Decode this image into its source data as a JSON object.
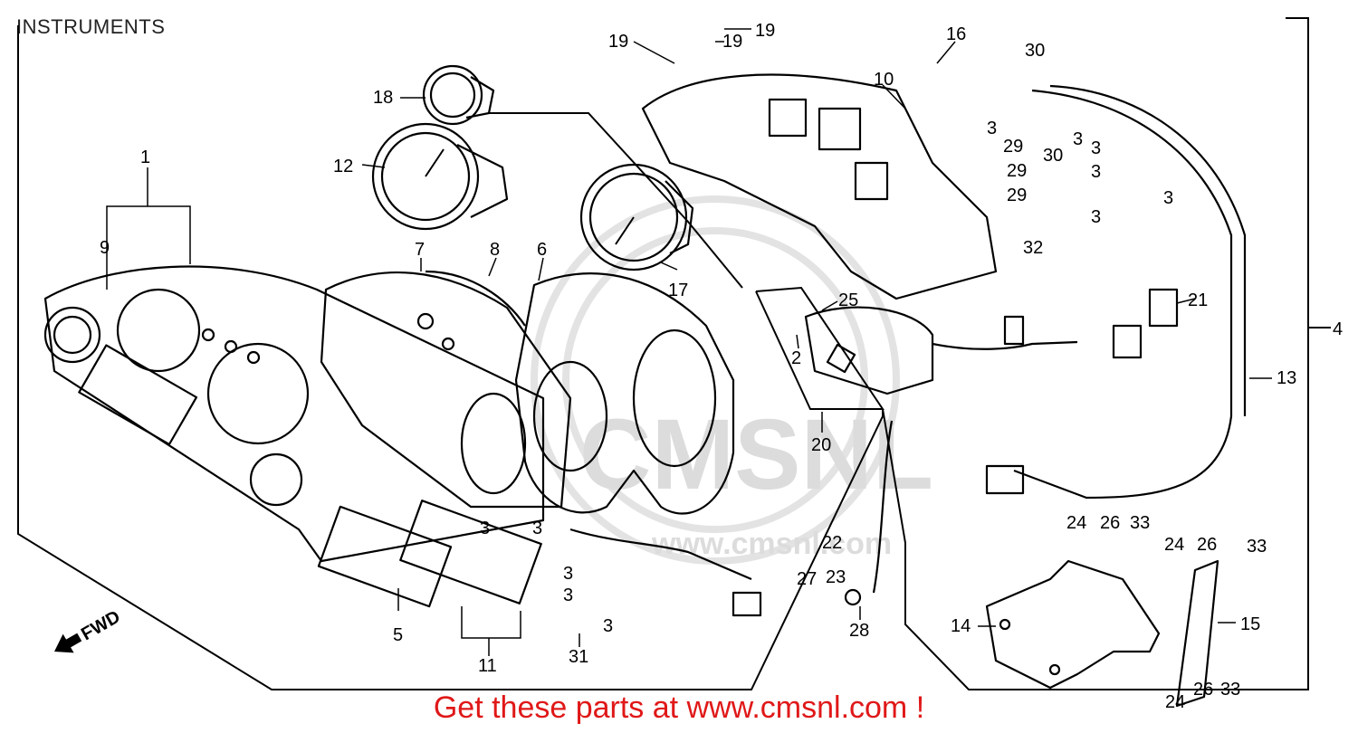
{
  "title": "INSTRUMENTS",
  "fwd_label": "FWD",
  "watermark": {
    "text": "CMSNL",
    "url": "www.cmsnl.com"
  },
  "promo_text": "Get these parts at www.cmsnl.com !",
  "colors": {
    "promo": "#e01818",
    "line": "#000000",
    "watermark": "#dcdcdc"
  },
  "callouts": [
    {
      "id": "c1",
      "text": "1"
    },
    {
      "id": "c9",
      "text": "9"
    },
    {
      "id": "c7",
      "text": "7"
    },
    {
      "id": "c8",
      "text": "8"
    },
    {
      "id": "c6",
      "text": "6"
    },
    {
      "id": "c12",
      "text": "12"
    },
    {
      "id": "c18",
      "text": "18"
    },
    {
      "id": "c17",
      "text": "17"
    },
    {
      "id": "c19a",
      "text": "19"
    },
    {
      "id": "c19b",
      "text": "19"
    },
    {
      "id": "c19c",
      "text": "19"
    },
    {
      "id": "c10",
      "text": "10"
    },
    {
      "id": "c16",
      "text": "16"
    },
    {
      "id": "c30a",
      "text": "30"
    },
    {
      "id": "c30b",
      "text": "30"
    },
    {
      "id": "c3a",
      "text": "3"
    },
    {
      "id": "c3b",
      "text": "3"
    },
    {
      "id": "c3c",
      "text": "3"
    },
    {
      "id": "c3d",
      "text": "3"
    },
    {
      "id": "c3e",
      "text": "3"
    },
    {
      "id": "c3f",
      "text": "3"
    },
    {
      "id": "c29a",
      "text": "29"
    },
    {
      "id": "c29b",
      "text": "29"
    },
    {
      "id": "c29c",
      "text": "29"
    },
    {
      "id": "c32",
      "text": "32"
    },
    {
      "id": "c25",
      "text": "25"
    },
    {
      "id": "c2",
      "text": "2"
    },
    {
      "id": "c21",
      "text": "21"
    },
    {
      "id": "c4",
      "text": "4"
    },
    {
      "id": "c13",
      "text": "13"
    },
    {
      "id": "c20",
      "text": "20"
    },
    {
      "id": "c22",
      "text": "22"
    },
    {
      "id": "c27",
      "text": "27"
    },
    {
      "id": "c23",
      "text": "23"
    },
    {
      "id": "c28",
      "text": "28"
    },
    {
      "id": "c24a",
      "text": "24"
    },
    {
      "id": "c26a",
      "text": "26"
    },
    {
      "id": "c33a",
      "text": "33"
    },
    {
      "id": "c24b",
      "text": "24"
    },
    {
      "id": "c26b",
      "text": "26"
    },
    {
      "id": "c33b",
      "text": "33"
    },
    {
      "id": "c14",
      "text": "14"
    },
    {
      "id": "c15",
      "text": "15"
    },
    {
      "id": "c24c",
      "text": "24"
    },
    {
      "id": "c26c",
      "text": "26"
    },
    {
      "id": "c33c",
      "text": "33"
    },
    {
      "id": "c5",
      "text": "5"
    },
    {
      "id": "c11",
      "text": "11"
    },
    {
      "id": "c31",
      "text": "31"
    },
    {
      "id": "c3g",
      "text": "3"
    },
    {
      "id": "c3h",
      "text": "3"
    },
    {
      "id": "c3i",
      "text": "3"
    },
    {
      "id": "c3j",
      "text": "3"
    },
    {
      "id": "c3k",
      "text": "3"
    }
  ]
}
